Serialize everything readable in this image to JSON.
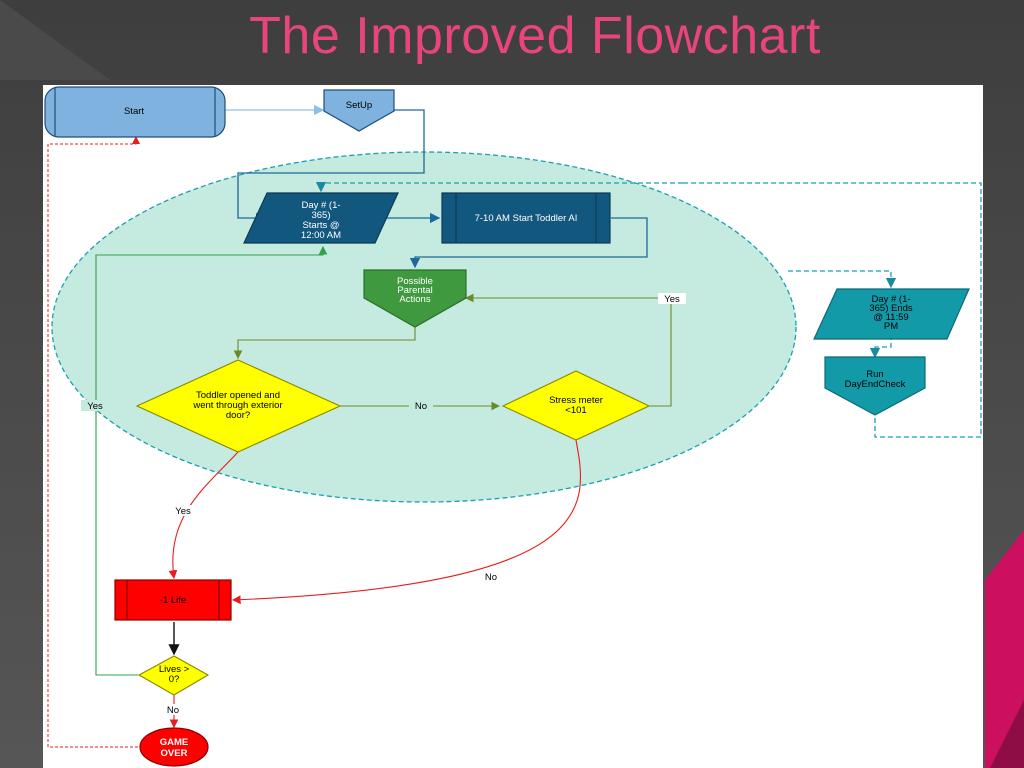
{
  "slide": {
    "title": "The Improved Flowchart"
  },
  "nodes": {
    "start": "Start",
    "setup": "SetUp",
    "day_start": [
      "Day # (1-",
      "365)",
      "Starts @",
      "12:00 AM"
    ],
    "toddler_ai": "7-10 AM Start Toddler AI",
    "parental": [
      "Possible",
      "Parental",
      "Actions"
    ],
    "toddler_door": [
      "Toddler opened and",
      "went through exterior",
      "door?"
    ],
    "stress": [
      "Stress meter",
      "<101"
    ],
    "life": "-1 Life",
    "lives_check": [
      "Lives >",
      "0?"
    ],
    "game_over": [
      "GAME",
      "OVER"
    ],
    "day_end": [
      "Day # (1-",
      "365) Ends",
      "@ 11:59",
      "PM"
    ],
    "day_end_check": [
      "Run",
      "DayEndCheck"
    ]
  },
  "edge_labels": {
    "stress_yes": "Yes",
    "door_no": "No",
    "door_yes": "Yes",
    "stress_no": "No",
    "lives_yes": "Yes",
    "lives_no": "No"
  },
  "colors": {
    "title": "#e8457a",
    "start_fill": "#7fb2de",
    "day_start_fill": "#12577d",
    "parental_fill": "#3f9a3f",
    "decision_fill": "#ffff00",
    "life_fill": "#ff0000",
    "day_end_fill": "#129aa8",
    "ellipse_fill": "#c5eadf",
    "accent_magenta": "#cc0f5f"
  }
}
